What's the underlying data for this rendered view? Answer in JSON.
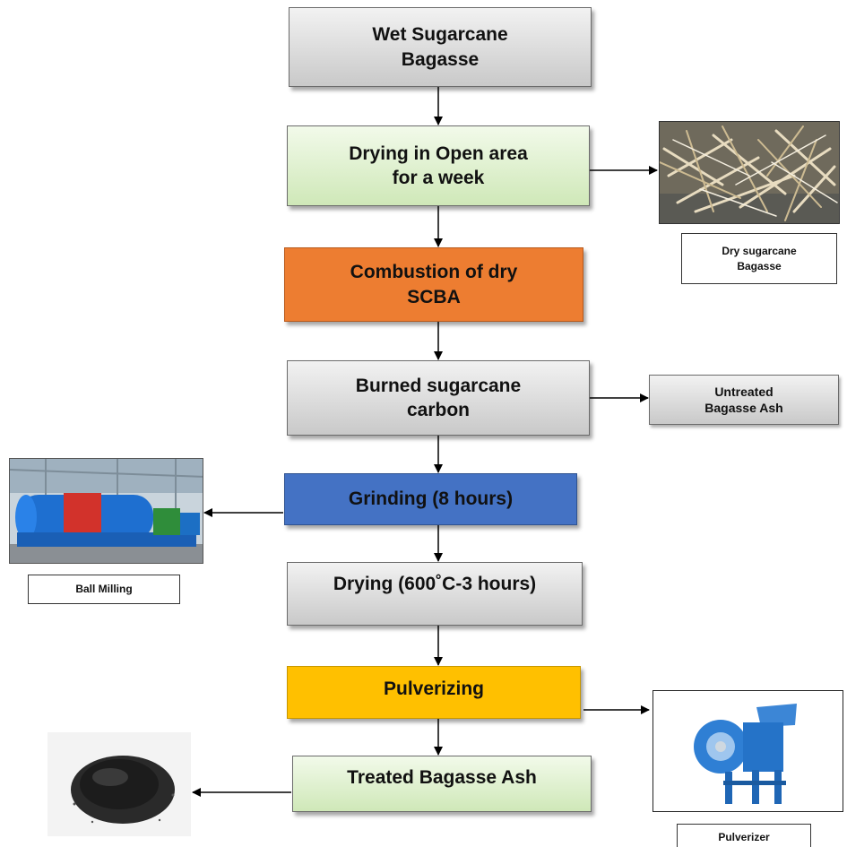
{
  "steps": {
    "wet_bagasse": "Wet Sugarcane\nBagasse",
    "drying_open": "Drying in Open area\nfor a week",
    "combustion": "Combustion of dry\nSCBA",
    "burned_carbon": "Burned sugarcane\ncarbon",
    "grinding": "Grinding (8 hours)",
    "drying_600": "Drying (600˚C-3 hours)",
    "pulverizing": "Pulverizing",
    "treated_ash": "Treated Bagasse Ash"
  },
  "side_outputs": {
    "untreated_ash": "Untreated\nBagasse  Ash"
  },
  "captions": {
    "dry_bagasse": "Dry sugarcane\nBagasse",
    "ball_milling": "Ball Milling",
    "pulverizer": "Pulverizer"
  },
  "images": {
    "dry_bagasse": "dry-sugarcane-bagasse-photo",
    "ball_mill": "ball-mill-machine-photo",
    "pulverizer": "pulverizer-machine-photo",
    "ash": "treated-bagasse-ash-photo"
  },
  "colors": {
    "gray": "#d9d9d9",
    "green": "#e2f0d9",
    "orange": "#ed7d31",
    "blue": "#4472c4",
    "yellow": "#ffc000"
  }
}
